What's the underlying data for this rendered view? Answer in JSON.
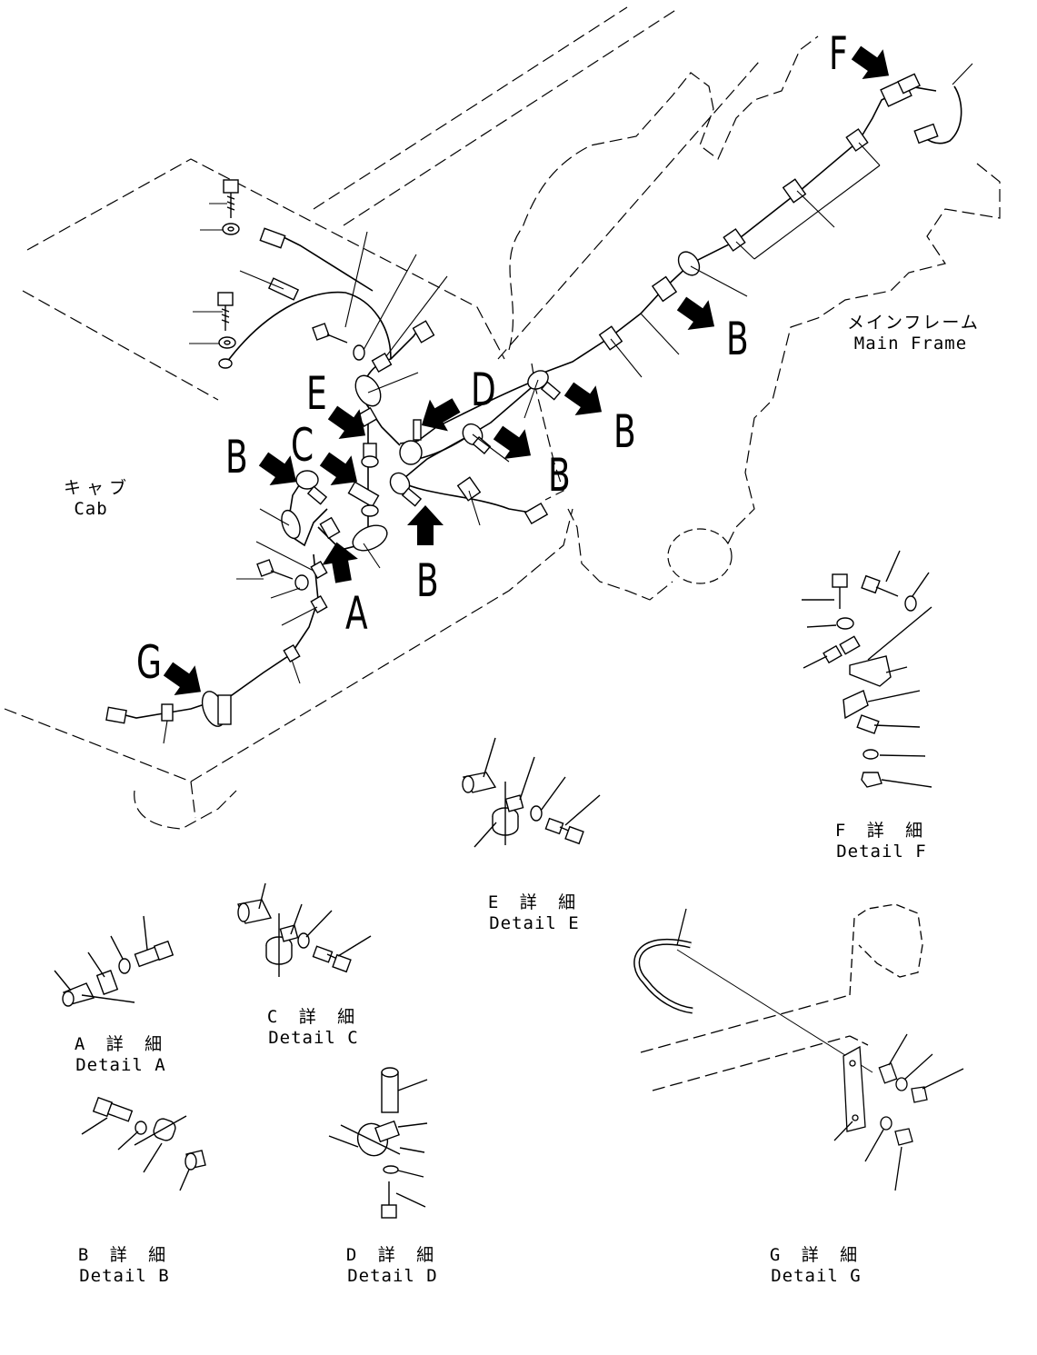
{
  "labels": {
    "cab_jp": "キャブ",
    "cab_en": "Cab",
    "frame_jp": "メインフレーム",
    "frame_en": "Main Frame"
  },
  "callouts": {
    "a": "A",
    "b": "B",
    "c": "C",
    "d": "D",
    "e": "E",
    "f": "F",
    "g": "G"
  },
  "details": {
    "a": {
      "jp": "A 詳 細",
      "en": "Detail A"
    },
    "b": {
      "jp": "B 詳 細",
      "en": "Detail B"
    },
    "c": {
      "jp": "C 詳 細",
      "en": "Detail C"
    },
    "d": {
      "jp": "D 詳 細",
      "en": "Detail D"
    },
    "e": {
      "jp": "E 詳 細",
      "en": "Detail E"
    },
    "f": {
      "jp": "F 詳 細",
      "en": "Detail F"
    },
    "g": {
      "jp": "G 詳 細",
      "en": "Detail G"
    }
  },
  "colors": {
    "ink": "#000000",
    "paper": "#ffffff"
  }
}
